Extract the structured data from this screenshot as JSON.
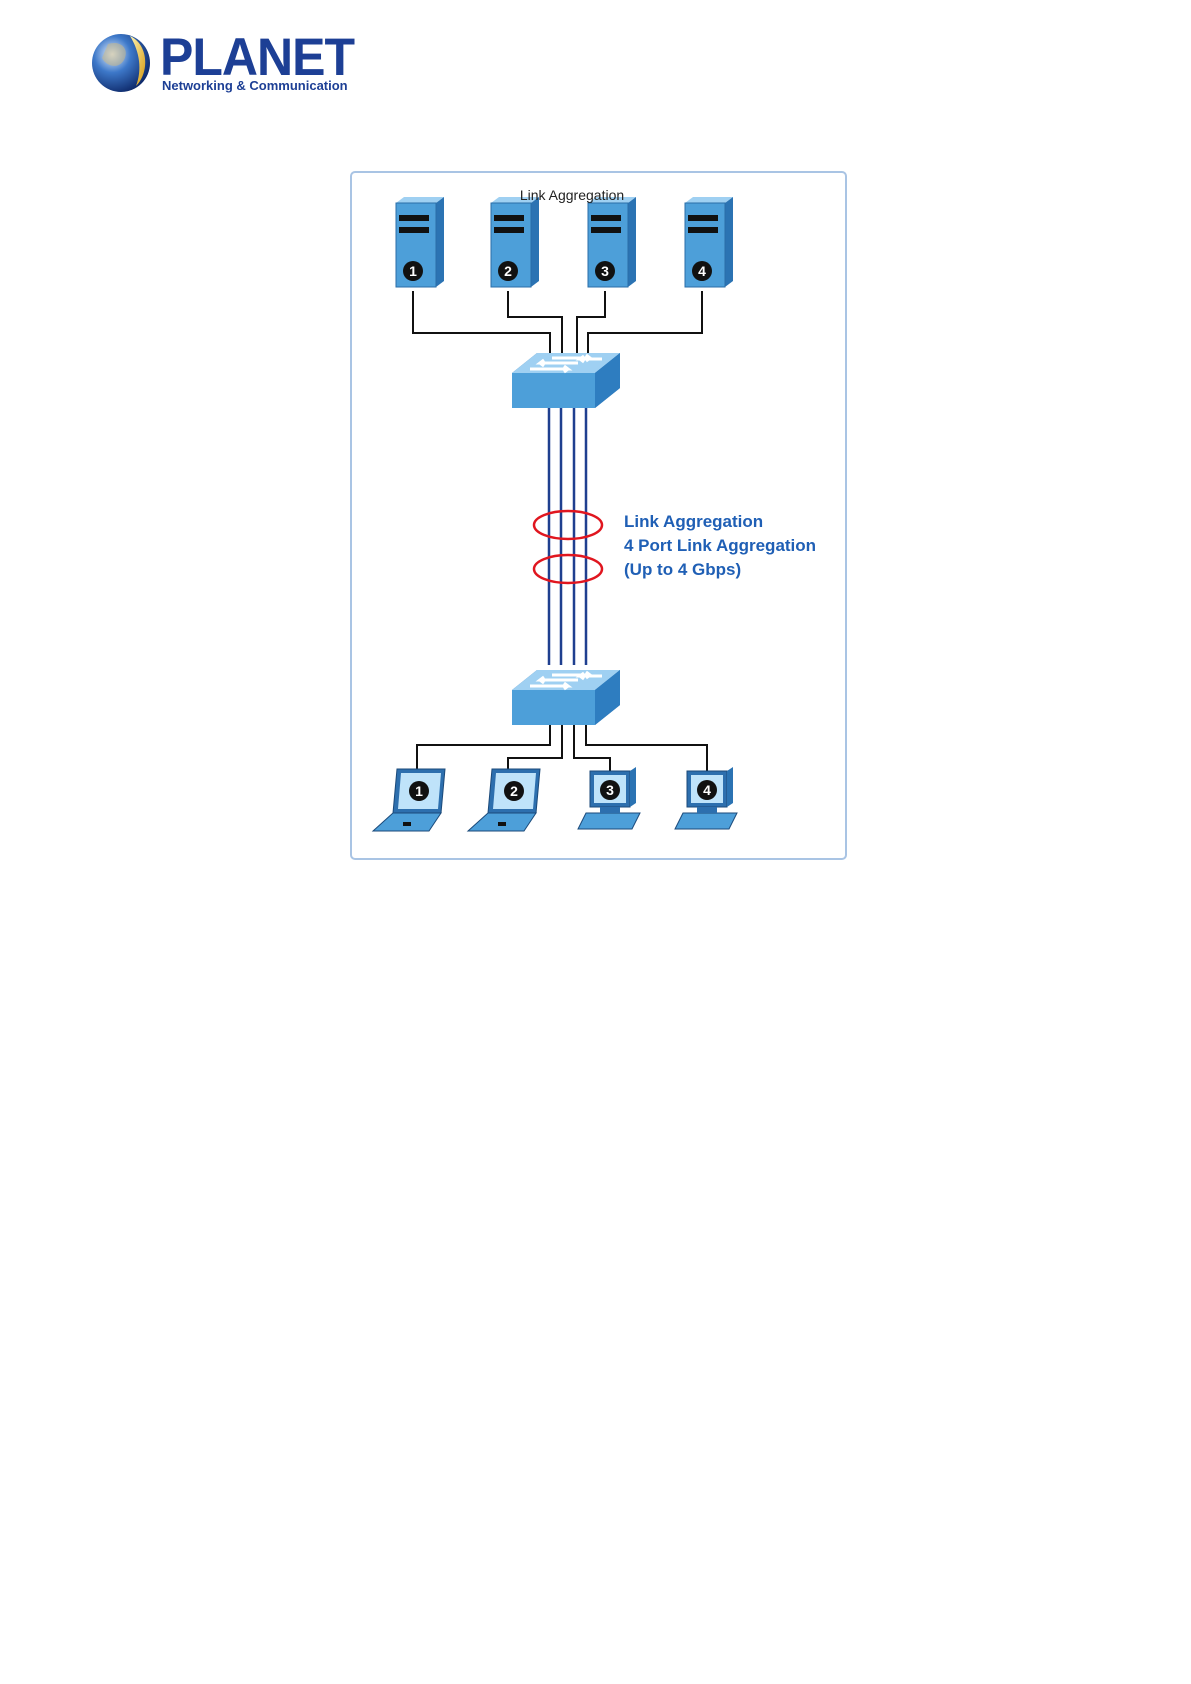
{
  "header": {
    "logo_text": "PLANET",
    "logo_tagline": "Networking & Communication",
    "logo_icon": "planet-globe-icon"
  },
  "figure": {
    "title": "Link Aggregation",
    "annotation_lines": [
      "Link Aggregation",
      "4 Port Link Aggregation",
      "(Up to 4 Gbps)"
    ],
    "servers": [
      {
        "number": "1"
      },
      {
        "number": "2"
      },
      {
        "number": "3"
      },
      {
        "number": "4"
      }
    ],
    "clients": [
      {
        "number": "1",
        "kind": "laptop"
      },
      {
        "number": "2",
        "kind": "laptop"
      },
      {
        "number": "3",
        "kind": "desktop"
      },
      {
        "number": "4",
        "kind": "desktop"
      }
    ],
    "colors": {
      "device_blue": "#4d9fd9",
      "device_dark": "#2b73b3",
      "trunk_line": "#1f3f8f",
      "ring": "#e0161f",
      "annotation": "#1f5fb5",
      "frame": "#a9c4e4"
    }
  }
}
